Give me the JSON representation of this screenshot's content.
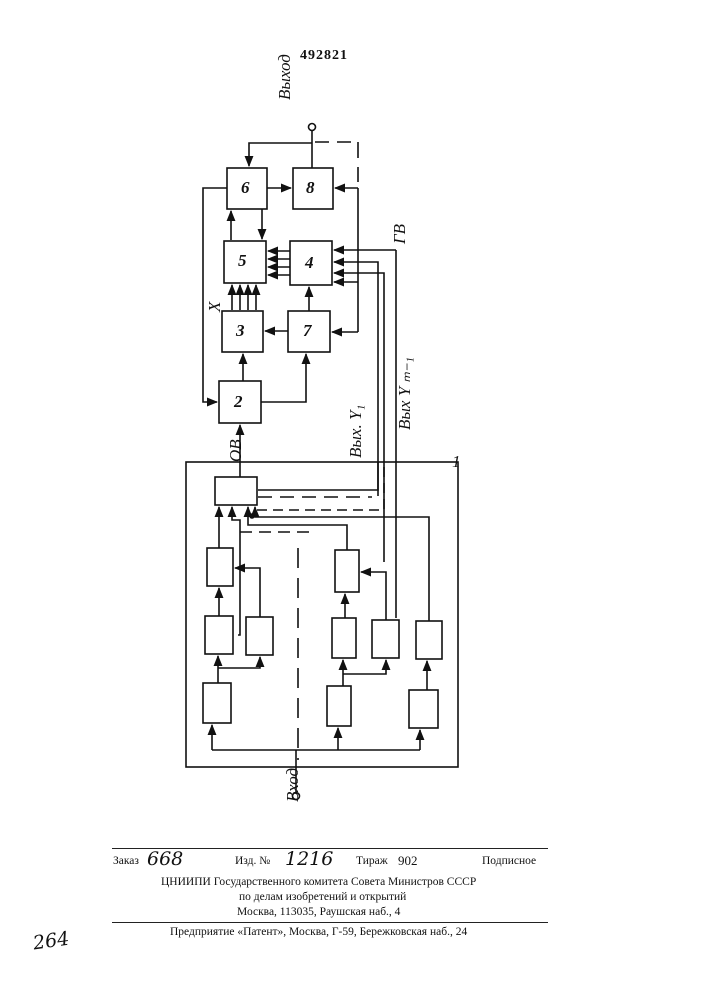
{
  "patent_number": "492821",
  "blocks": {
    "b2": "2",
    "b3": "3",
    "b4": "4",
    "b5": "5",
    "b6": "6",
    "b7": "7",
    "b8": "8",
    "b1": "1"
  },
  "signals": {
    "output": "Выход",
    "input": "Вход",
    "ov": "ОВ",
    "gv": "ГВ",
    "x": "X",
    "out_y1": "Вых. Y₁",
    "out_ym1": "Вых Y ₘ₋₁"
  },
  "footer": {
    "order_label": "Заказ",
    "order_value": "668",
    "edition_label": "Изд. №",
    "edition_value": "1216",
    "circulation_label": "Тираж",
    "circulation_value": "902",
    "subscription": "Подписное",
    "line2": "ЦНИИПИ Государственного комитета Совета Министров СССР",
    "line3": "по делам изобретений и открытий",
    "line4": "Москва, 113035, Раушская наб., 4",
    "line5": "Предприятие «Патент», Москва, Г-59, Бережковская наб., 24"
  },
  "margin_note": "264"
}
